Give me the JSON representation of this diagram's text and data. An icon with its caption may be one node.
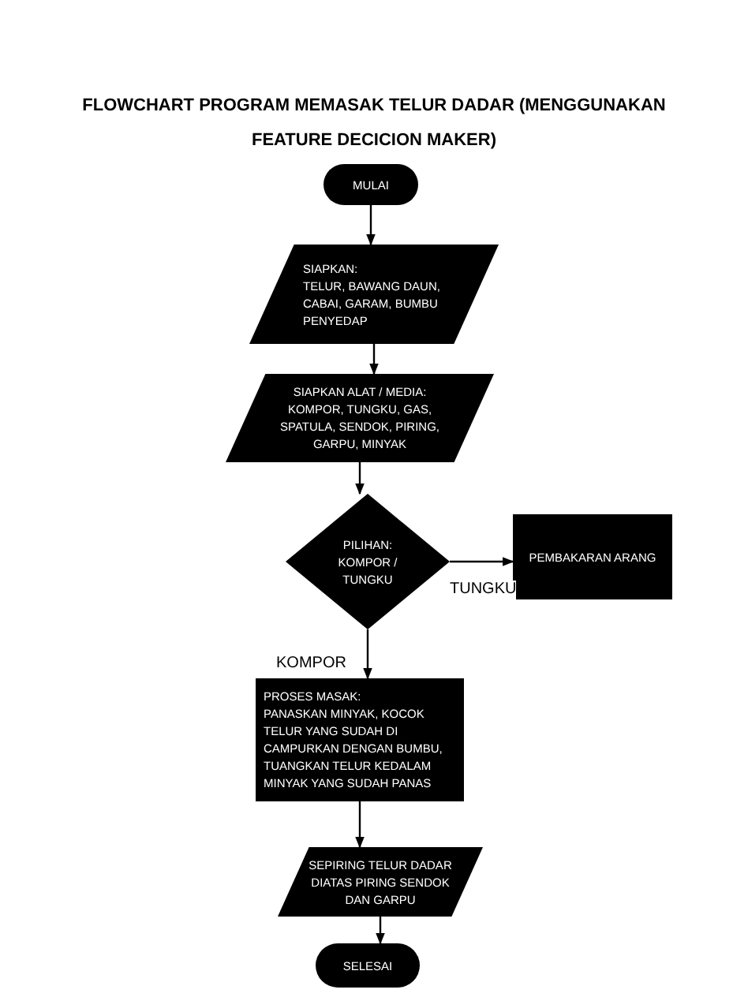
{
  "diagram": {
    "title": "FLOWCHART PROGRAM MEMASAK TELUR DADAR (MENGGUNAKAN FEATURE DECICION MAKER)",
    "nodes": [
      {
        "text": [
          "MULAI"
        ]
      },
      {
        "text": [
          "SIAPKAN:",
          "TELUR, BAWANG DAUN, CABAI, GARAM, BUMBU PENYEDAP"
        ]
      },
      {
        "text": [
          "SIAPKAN ALAT / MEDIA:",
          "KOMPOR, TUNGKU, GAS, SPATULA, SENDOK, PIRING, GARPU, MINYAK"
        ]
      },
      {
        "text": [
          "PILIHAN:",
          "KOMPOR / TUNGKU"
        ]
      },
      {
        "text": [
          "PEMBAKARAN ARANG"
        ]
      },
      {
        "text": [
          "PROSES MASAK:",
          "PANASKAN MINYAK, KOCOK TELUR YANG SUDAH DI CAMPURKAN DENGAN BUMBU, TUANGKAN TELUR KEDALAM MINYAK YANG SUDAH PANAS"
        ]
      },
      {
        "text": [
          "SEPIRING TELUR DADAR DIATAS PIRING SENDOK DAN GARPU"
        ]
      },
      {
        "text": [
          "SELESAI"
        ]
      }
    ],
    "edges": [
      {
        "from": 0,
        "to": 1,
        "arrow": "to"
      },
      {
        "from": 1,
        "to": 2,
        "arrow": "to"
      },
      {
        "from": 2,
        "to": 3,
        "arrow": "to"
      },
      {
        "from": 3,
        "to": 4,
        "arrow": "to",
        "label": "TUNGKU"
      },
      {
        "from": 3,
        "to": 5,
        "arrow": "to",
        "label": "KOMPOR"
      },
      {
        "from": 5,
        "to": 6,
        "arrow": "to"
      },
      {
        "from": 6,
        "to": 7,
        "arrow": "to"
      }
    ]
  }
}
